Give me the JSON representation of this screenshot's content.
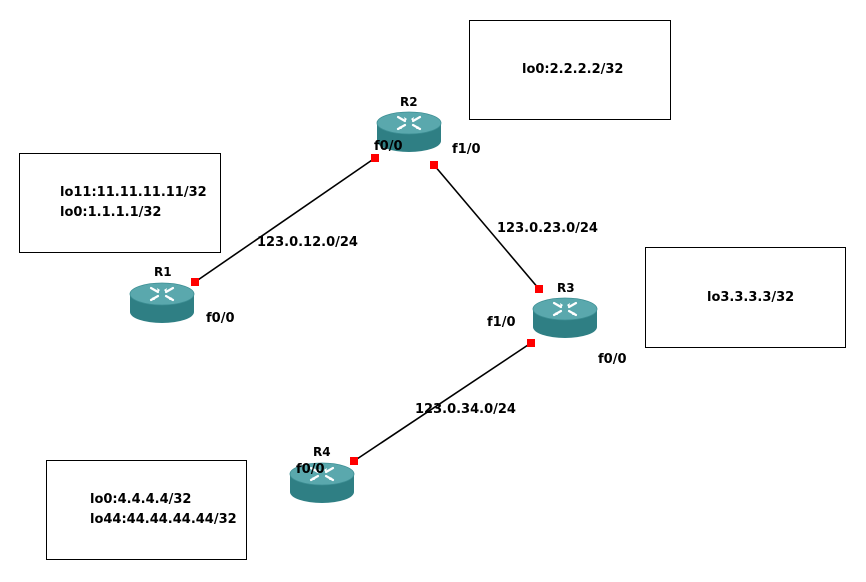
{
  "routers": [
    {
      "id": "R1",
      "label": "R1"
    },
    {
      "id": "R2",
      "label": "R2"
    },
    {
      "id": "R3",
      "label": "R3"
    },
    {
      "id": "R4",
      "label": "R4"
    }
  ],
  "links": [
    {
      "subnet": "123.0.12.0/24",
      "a_iface": "f0/0",
      "b_iface": "f0/0"
    },
    {
      "subnet": "123.0.23.0/24",
      "a_iface": "f1/0",
      "b_iface": "f1/0"
    },
    {
      "subnet": "123.0.34.0/24",
      "a_iface": "f0/0",
      "b_iface": "f0/0"
    }
  ],
  "interface_labels": {
    "r1_f0_0": "f0/0",
    "r2_f0_0": "f0/0",
    "r2_f1_0": "f1/0",
    "r3_f1_0": "f1/0",
    "r3_f0_0": "f0/0",
    "r4_f0_0": "f0/0"
  },
  "notes": {
    "r1": [
      "lo11:11.11.11.11/32",
      "lo0:1.1.1.1/32"
    ],
    "r2": [
      "lo0:2.2.2.2/32"
    ],
    "r3": [
      "lo3.3.3.3/32"
    ],
    "r4": [
      "lo0:4.4.4.4/32",
      "lo44:44.44.44.44/32"
    ]
  },
  "colors": {
    "router_top": "#5aa8ad",
    "router_side": "#2f7f84",
    "port": "#ff0000",
    "link": "#000000"
  },
  "icons": {
    "router": "router-icon"
  }
}
